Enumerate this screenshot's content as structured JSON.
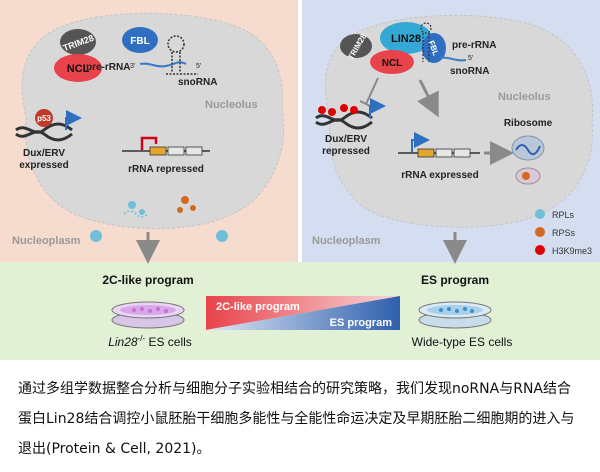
{
  "left_panel": {
    "proteins": {
      "trim28": "TRIM28",
      "ncl": "NCL",
      "fbl": "FBL",
      "p53": "p53"
    },
    "pre_rrna": "pre-rRNA",
    "three_prime": "3'",
    "five_prime": "5'",
    "snorna": "snoRNA",
    "nucleolus": "Nucleolus",
    "dux_erv": "Dux/ERV",
    "expressed": "expressed",
    "rrna_repressed": "rRNA repressed",
    "nucleoplasm": "Nucleoplasm"
  },
  "right_panel": {
    "proteins": {
      "trim28": "TRIM28",
      "lin28": "LIN28",
      "ncl": "NCL",
      "fbl": "FBL"
    },
    "pre_rrna": "pre-rRNA",
    "five_prime": "5'",
    "snorna": "snoRNA",
    "nucleolus": "Nucleolus",
    "dux_erv": "Dux/ERV",
    "repressed": "repressed",
    "rrna_expressed": "rRNA expressed",
    "ribosome": "Ribosome",
    "nucleoplasm": "Nucleoplasm"
  },
  "legend": {
    "rpls": "RPLs",
    "rpss": "RPSs",
    "h3k9me3": "H3K9me3"
  },
  "bottom": {
    "two_c_program": "2C-like program",
    "es_program": "ES program",
    "gradient_2c": "2C-like program",
    "gradient_es": "ES program",
    "lin28_cells_gene": "Lin28",
    "lin28_cells_sup": "-/-",
    "lin28_cells_rest": " ES cells",
    "wt_cells": "Wide-type ES cells"
  },
  "caption": "通过多组学数据整合分析与细胞分子实验相结合的研究策略，我们发现noRNA与RNA结合蛋白Lin28结合调控小鼠胚胎干细胞多能性与全能性命运决定及早期胚胎二细胞期的进入与退出(Protein & Cell, 2021)。",
  "colors": {
    "left_bg": "#f6dccf",
    "right_bg": "#d5def0",
    "bottom_bg": "#e2f0d6",
    "nucleolus": "#d8d8d8",
    "ncl": "#e8434a",
    "fbl": "#2f6fc1",
    "lin28": "#35a9d6",
    "p53": "#c0392b",
    "rpl": "#6fbfd8",
    "rps": "#d2691e",
    "h3k9me3": "#e00000"
  }
}
